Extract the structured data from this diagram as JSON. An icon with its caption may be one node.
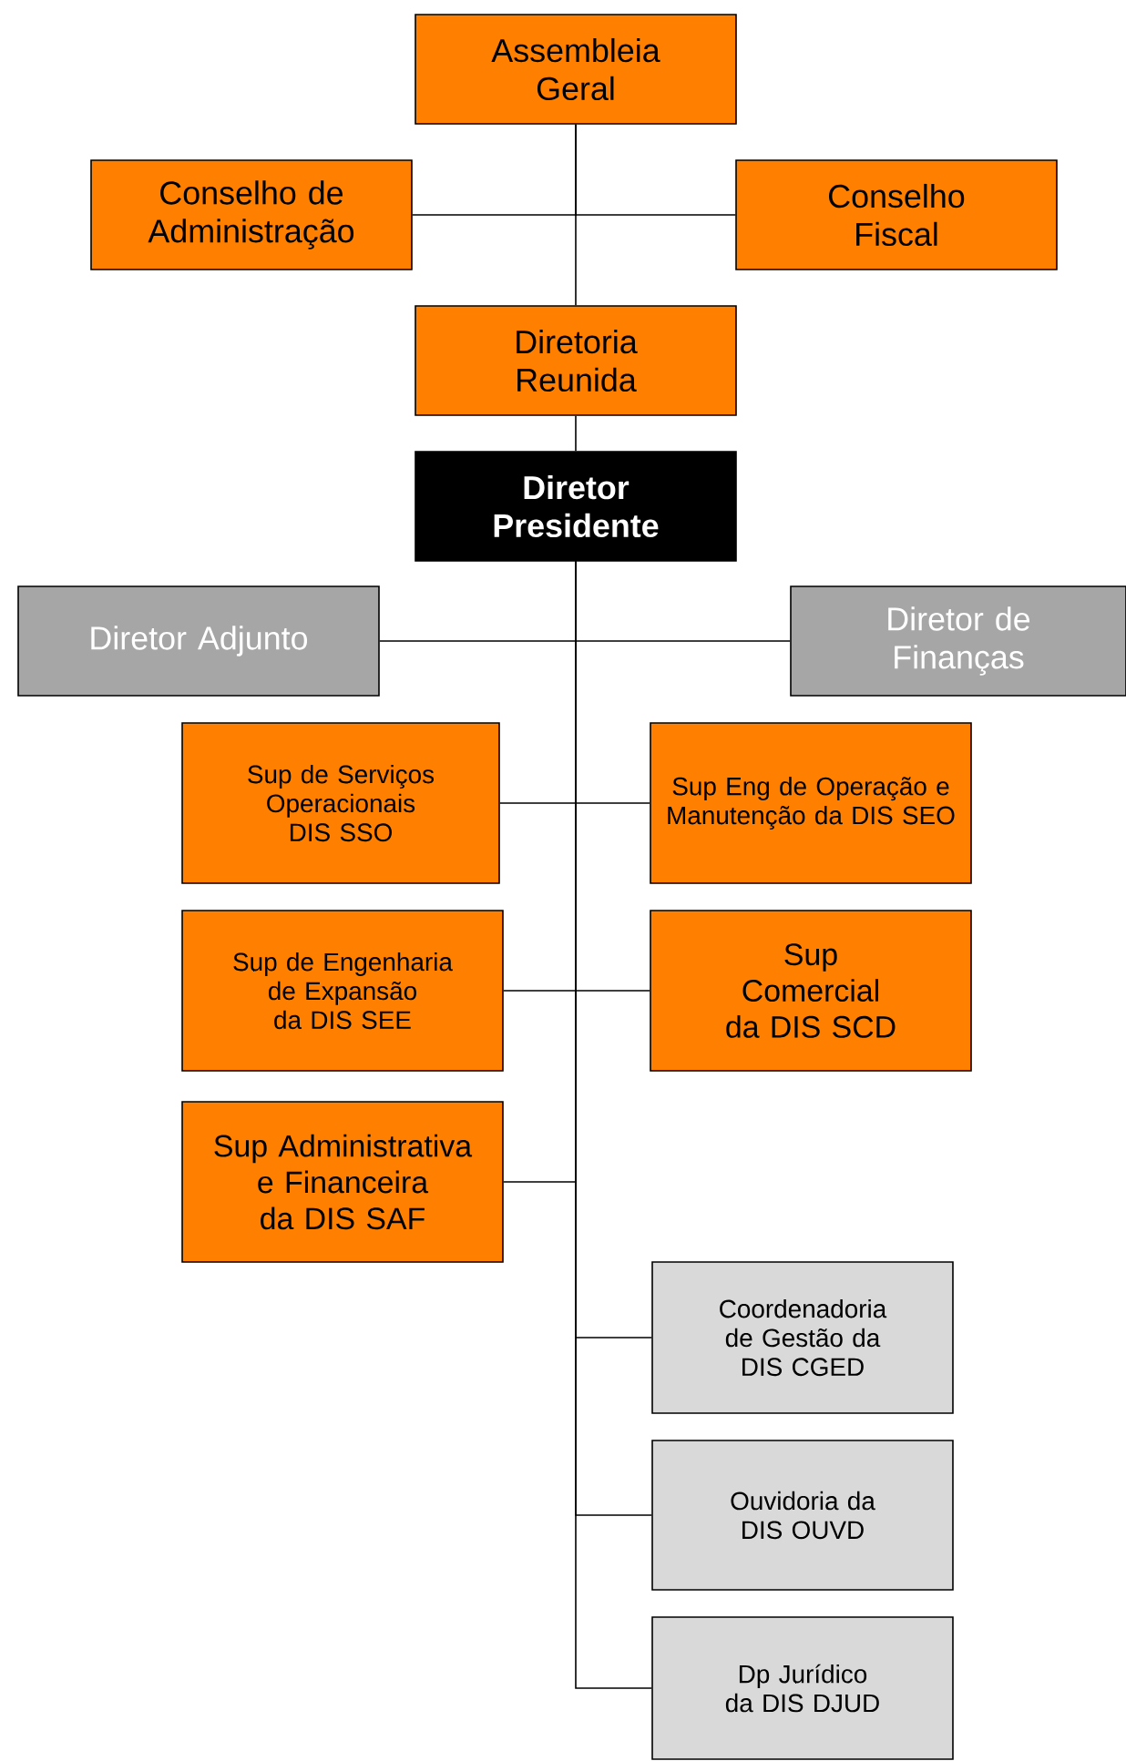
{
  "diagram": {
    "nodes": [
      {
        "text": [
          "Assembleia Geral"
        ]
      },
      {
        "text": [
          "Conselho de Administração"
        ]
      },
      {
        "text": [
          "Conselho Fiscal"
        ]
      },
      {
        "text": [
          "Diretoria Reunida"
        ]
      },
      {
        "text": [
          "Diretor Presidente"
        ]
      },
      {
        "text": [
          "Diretor Adjunto"
        ]
      },
      {
        "text": [
          "Diretor de Finanças"
        ]
      },
      {
        "text": [
          "Sup de Serviços Operacionais DIS SSO"
        ]
      },
      {
        "text": [
          "Sup Eng de Operação e Manutenção da DIS SEO"
        ]
      },
      {
        "text": [
          "Sup de Engenharia de Expansão da DIS SEE"
        ]
      },
      {
        "text": [
          "Sup Comercial da DIS SCD"
        ]
      },
      {
        "text": [
          "Sup Administrativa e Financeira da DIS SAF"
        ]
      },
      {
        "text": [
          "Coordenadoria de Gestão da DIS CGED"
        ]
      },
      {
        "text": [
          "Ouvidoria da DIS OUVD"
        ]
      },
      {
        "text": [
          "Dp Jurídico da DIS DJUD"
        ]
      }
    ],
    "edges": [
      {
        "from": 0,
        "to": 1,
        "arrow": "none"
      },
      {
        "from": 0,
        "to": 2,
        "arrow": "none"
      },
      {
        "from": 0,
        "to": 3,
        "arrow": "none"
      },
      {
        "from": 3,
        "to": 4,
        "arrow": "none"
      },
      {
        "from": 4,
        "to": 5,
        "arrow": "none"
      },
      {
        "from": 4,
        "to": 6,
        "arrow": "none"
      },
      {
        "from": 4,
        "to": 7,
        "arrow": "none"
      },
      {
        "from": 4,
        "to": 8,
        "arrow": "none"
      },
      {
        "from": 4,
        "to": 9,
        "arrow": "none"
      },
      {
        "from": 4,
        "to": 10,
        "arrow": "none"
      },
      {
        "from": 4,
        "to": 11,
        "arrow": "none"
      },
      {
        "from": 4,
        "to": 12,
        "arrow": "none"
      },
      {
        "from": 4,
        "to": 13,
        "arrow": "none"
      },
      {
        "from": 4,
        "to": 14,
        "arrow": "none"
      }
    ]
  }
}
